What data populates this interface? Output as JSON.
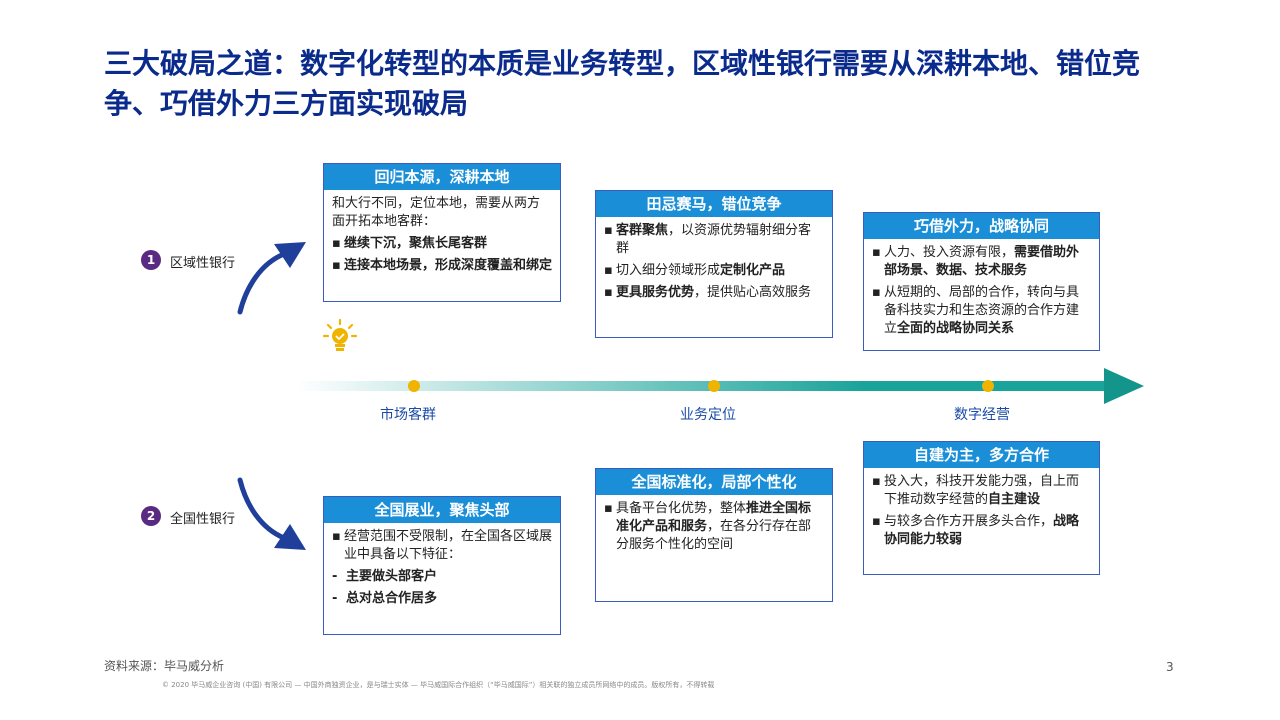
{
  "title": "三大破局之道：数字化转型的本质是业务转型，区域性银行需要从深耕本地、错位竞争、巧借外力三方面实现破局",
  "axis": {
    "labels": [
      "市场客群",
      "业务定位",
      "数字经营"
    ]
  },
  "banks": [
    {
      "num": "1",
      "label": "区域性银行"
    },
    {
      "num": "2",
      "label": "全国性银行"
    }
  ],
  "regional": [
    {
      "header": "回归本源，深耕本地",
      "intro": "和大行不同，定位本地，需要从两方面开拓本地客群：",
      "b1": "继续下沉，聚焦长尾客群",
      "b2": "连接本地场景，形成深度覆盖和绑定"
    },
    {
      "header": "田忌赛马，错位竞争",
      "b1_bold": "客群聚焦",
      "b1_rest": "，以资源优势辐射细分客群",
      "b2_pre": "切入细分领域形成",
      "b2_bold": "定制化产品",
      "b3_bold": "更具服务优势",
      "b3_rest": "，提供贴心高效服务"
    },
    {
      "header": "巧借外力，战略协同",
      "b1_pre": "人力、投入资源有限，",
      "b1_bold": "需要借助外部场景、数据、技术服务",
      "b2_pre": "从短期的、局部的合作，转向与具备科技实力和生态资源的合作方建立",
      "b2_bold": "全面的战略协同关系"
    }
  ],
  "national": [
    {
      "header": "全国展业，聚焦头部",
      "intro": "经营范围不受限制，在全国各区域展业中具备以下特征：",
      "d1": "主要做头部客户",
      "d2": "总对总合作居多"
    },
    {
      "header": "全国标准化，局部个性化",
      "b1_pre": "具备平台化优势，整体",
      "b1_bold": "推进全国标准化产品和服务",
      "b1_rest": "，在各分行存在部分服务个性化的空间"
    },
    {
      "header": "自建为主，多方合作",
      "b1_pre": "投入大，科技开发能力强，自上而下推动数字经营的",
      "b1_bold": "自主建设",
      "b2_pre": "与较多合作方开展多头合作，",
      "b2_bold": "战略协同能力较弱"
    }
  ],
  "footer": {
    "source": "资料来源：毕马威分析",
    "page": "3",
    "copyright": "© 2020 毕马威企业咨询 (中国) 有限公司 — 中国外商独资企业，是与瑞士实体 — 毕马威国际合作组织（“毕马威国际”）相关联的独立成员所网络中的成员。版权所有，不得转载"
  },
  "colors": {
    "title": "#0a2a8c",
    "box_header": "#1a8fd8",
    "axis": "#1aa39a",
    "dot": "#f0b400",
    "badge": "#5a2a82"
  },
  "icons": [
    "lightbulb-icon",
    "arrow-up-icon",
    "arrow-down-icon"
  ]
}
